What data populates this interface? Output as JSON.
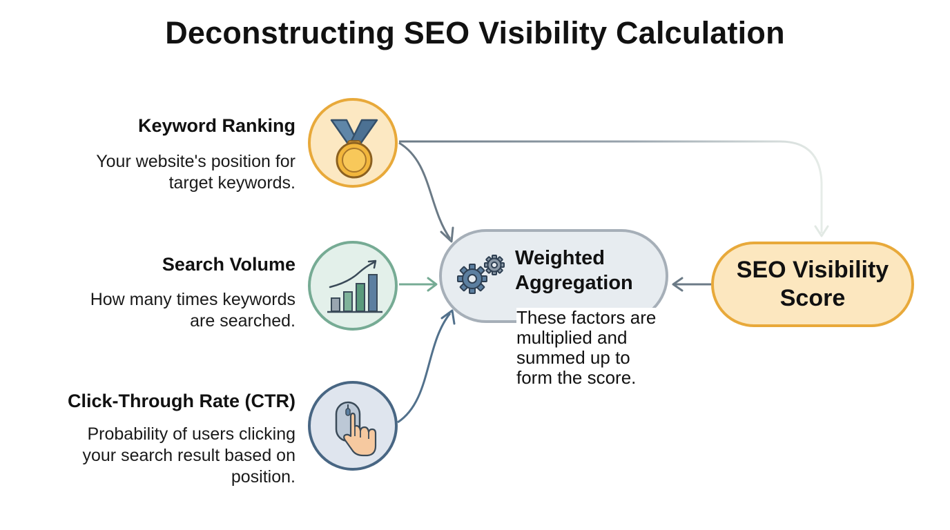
{
  "title": "Deconstructing SEO Visibility Calculation",
  "factors": [
    {
      "name": "Keyword Ranking",
      "description_lines": [
        "Your website's position for",
        "target keywords."
      ],
      "icon": "medal-icon"
    },
    {
      "name": "Search Volume",
      "description_lines": [
        "How many times keywords",
        "are searched."
      ],
      "icon": "bar-chart-growth-icon"
    },
    {
      "name": "Click-Through Rate (CTR)",
      "description_lines": [
        "Probability of users clicking",
        "your search result based on",
        "position."
      ],
      "icon": "mouse-click-icon"
    }
  ],
  "aggregation": {
    "title_lines": [
      "Weighted",
      "Aggregation"
    ],
    "note_lines": [
      "These factors are",
      "multiplied and",
      "summed up to",
      "form the score."
    ],
    "icon": "gears-icon"
  },
  "score": {
    "label_lines": [
      "SEO Visibility",
      "Score"
    ]
  },
  "colors": {
    "ranking": "#e8a93a",
    "volume": "#76ab94",
    "ctr": "#486683",
    "aggregation_border": "#a6afb8",
    "score": "#e8a93a",
    "connector": "#6b7a86"
  }
}
